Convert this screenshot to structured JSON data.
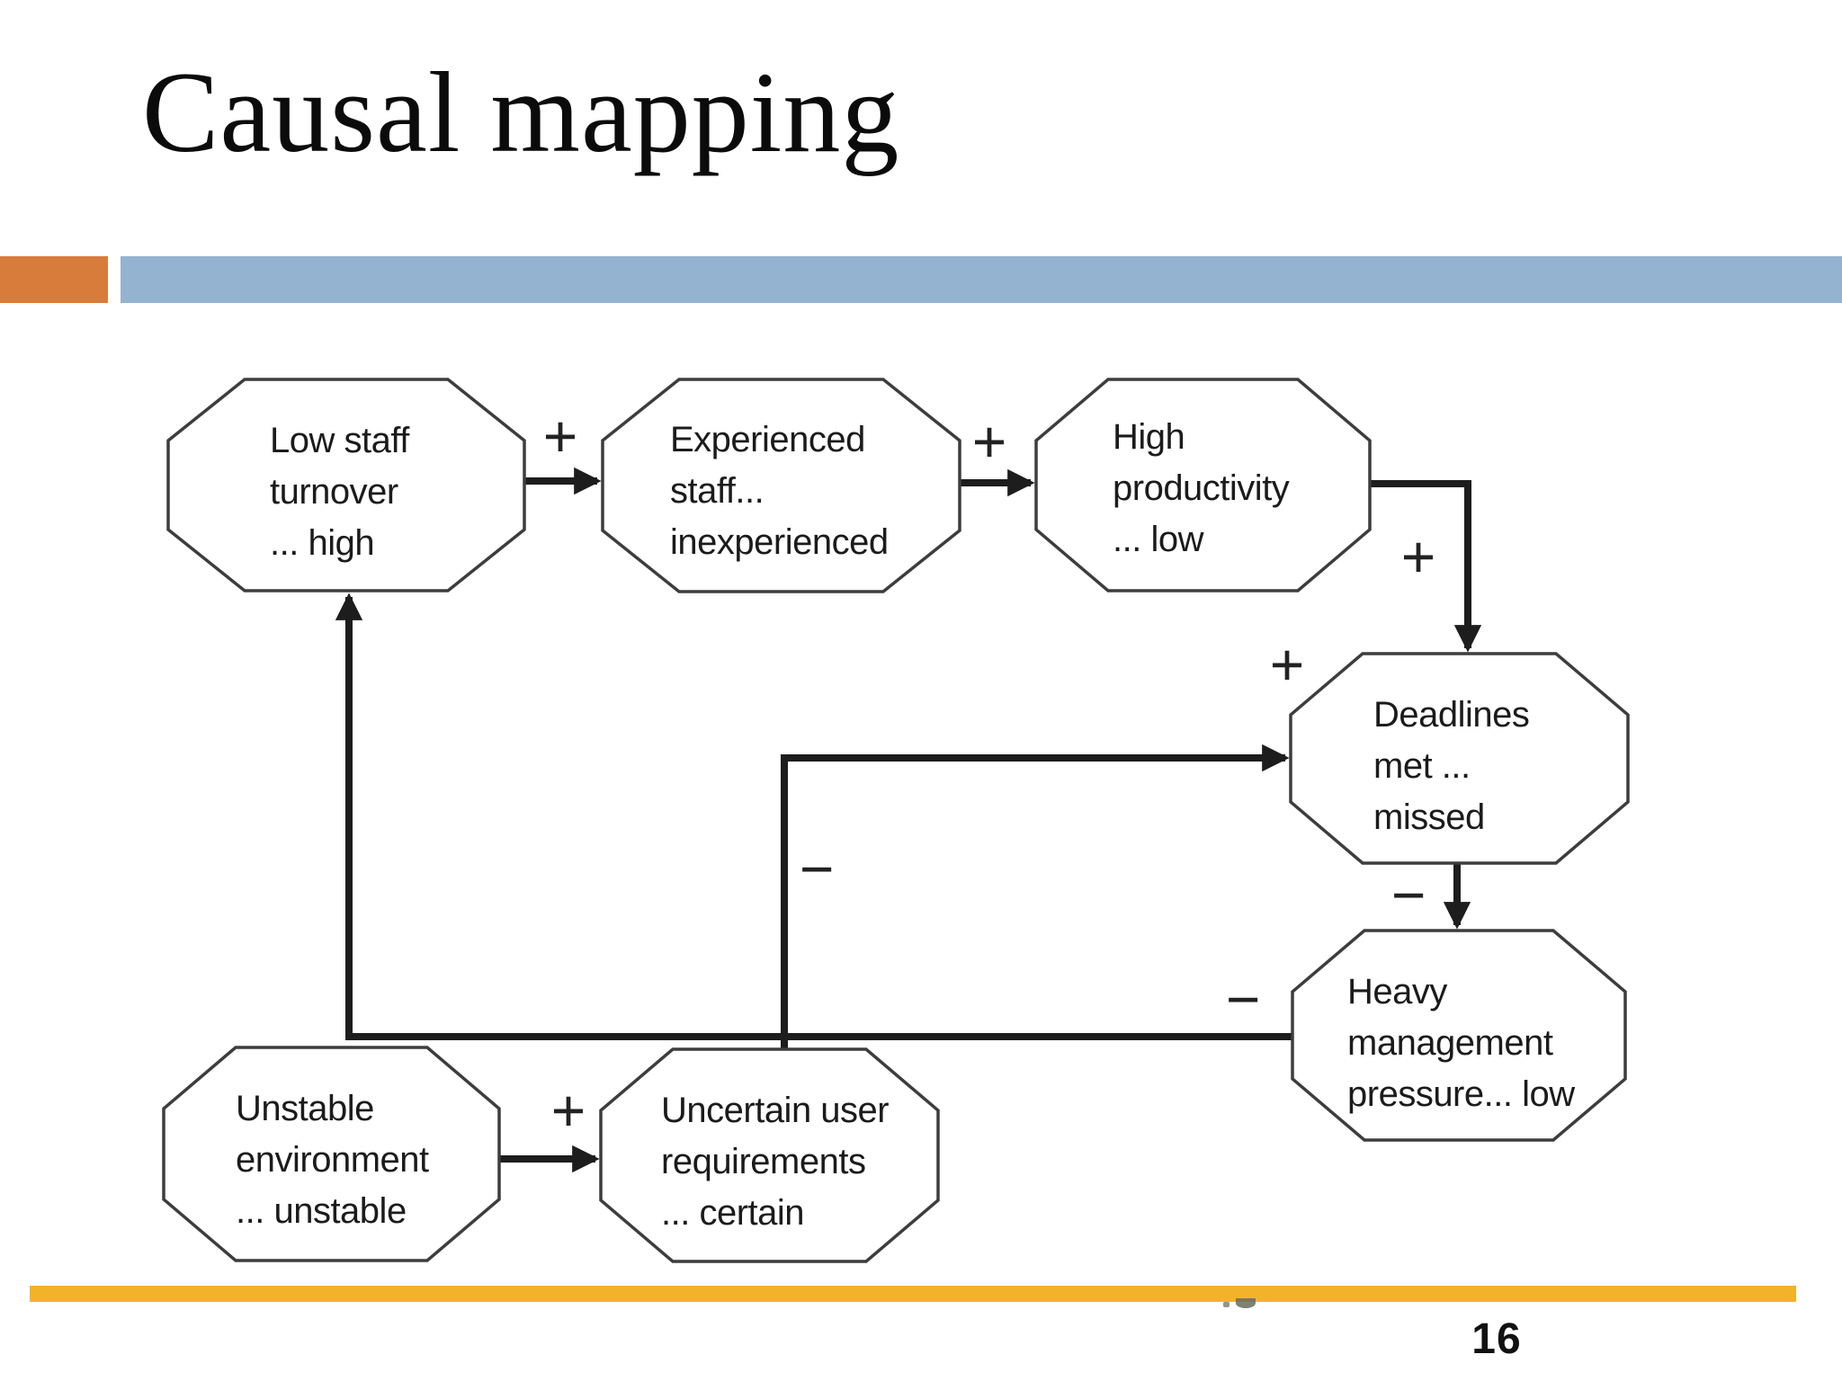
{
  "slide": {
    "title": "Causal mapping",
    "page_number": "16"
  },
  "colors": {
    "accent_orange": "#d87c3c",
    "accent_blue": "#93b3d1",
    "accent_yellow": "#f2b32a",
    "connector_black": "#1d1d1d"
  },
  "diagram": {
    "nodes": [
      {
        "id": "low-staff-turnover",
        "lines": [
          "Low staff",
          "turnover",
          "... high"
        ]
      },
      {
        "id": "experienced-staff",
        "lines": [
          "Experienced",
          "staff...",
          "inexperienced"
        ]
      },
      {
        "id": "high-productivity",
        "lines": [
          "High",
          "productivity",
          "... low"
        ]
      },
      {
        "id": "deadlines-met",
        "lines": [
          "Deadlines",
          "met ...",
          "missed"
        ]
      },
      {
        "id": "heavy-management-pressure",
        "lines": [
          "Heavy",
          "management",
          "pressure... low"
        ]
      },
      {
        "id": "unstable-environment",
        "lines": [
          "Unstable",
          "environment",
          "... unstable"
        ]
      },
      {
        "id": "uncertain-user-requirements",
        "lines": [
          "Uncertain user",
          "requirements",
          "... certain"
        ]
      }
    ],
    "edges": [
      {
        "from": "low-staff-turnover",
        "to": "experienced-staff",
        "sign": "+"
      },
      {
        "from": "experienced-staff",
        "to": "high-productivity",
        "sign": "+"
      },
      {
        "from": "high-productivity",
        "to": "deadlines-met",
        "sign": "+"
      },
      {
        "from": "uncertain-user-requirements",
        "to": "deadlines-met",
        "sign": "−",
        "sign2": "+"
      },
      {
        "from": "deadlines-met",
        "to": "heavy-management-pressure",
        "sign": "−"
      },
      {
        "from": "heavy-management-pressure",
        "to": "low-staff-turnover",
        "sign": "−"
      },
      {
        "from": "unstable-environment",
        "to": "uncertain-user-requirements",
        "sign": "+"
      }
    ]
  }
}
